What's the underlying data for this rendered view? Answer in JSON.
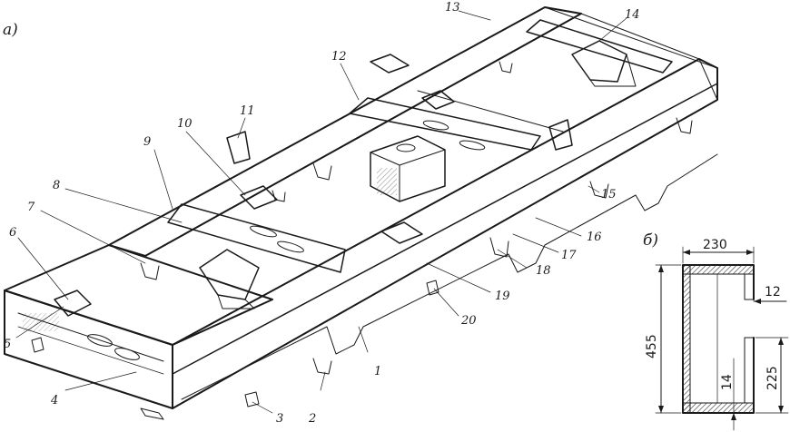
{
  "panel_a": {
    "label": "а)"
  },
  "panel_b": {
    "label": "б)"
  },
  "callouts": {
    "c1": "1",
    "c2": "2",
    "c3": "3",
    "c4": "4",
    "c5": "5",
    "c6": "6",
    "c7": "7",
    "c8": "8",
    "c9": "9",
    "c10": "10",
    "c11": "11",
    "c12": "12",
    "c13": "13",
    "c14": "14",
    "c15": "15",
    "c16": "16",
    "c17": "17",
    "c18": "18",
    "c19": "19",
    "c20": "20"
  },
  "section": {
    "width": "230",
    "height": "455",
    "lower_height": "225",
    "flange_thickness": "12",
    "web_thickness": "14"
  }
}
